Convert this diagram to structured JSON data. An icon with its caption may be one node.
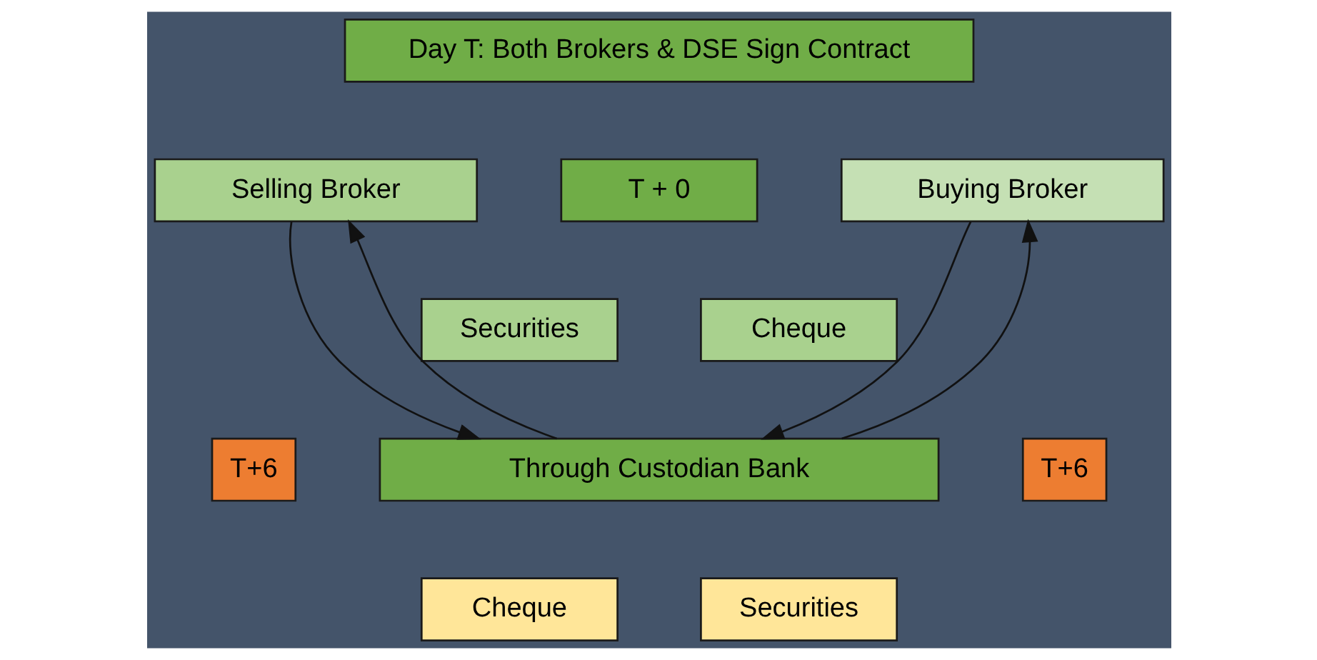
{
  "diagram": {
    "nodes": [
      {
        "text": [
          "Day T: Both Brokers & DSE Sign Contract"
        ]
      },
      {
        "text": [
          "Selling Broker"
        ]
      },
      {
        "text": [
          "T + 0"
        ]
      },
      {
        "text": [
          "Buying Broker"
        ]
      },
      {
        "text": [
          "Cheque"
        ]
      },
      {
        "text": [
          "Securities"
        ]
      },
      {
        "text": [
          "T+6"
        ]
      },
      {
        "text": [
          "Through Custodian Bank"
        ]
      },
      {
        "text": [
          "T+6"
        ]
      },
      {
        "text": [
          "Cheque"
        ]
      },
      {
        "text": [
          "Securities"
        ]
      }
    ],
    "edges": [
      {
        "from": 1,
        "to": 7,
        "arrow": "to"
      },
      {
        "from": 7,
        "to": 1,
        "arrow": "to"
      },
      {
        "from": 3,
        "to": 7,
        "arrow": "to"
      },
      {
        "from": 7,
        "to": 3,
        "arrow": "to"
      }
    ]
  }
}
